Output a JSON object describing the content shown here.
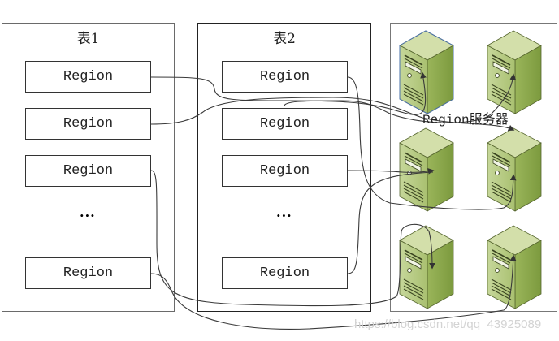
{
  "diagram": {
    "tables": [
      {
        "title": "表1",
        "regions": [
          "Region",
          "Region",
          "Region",
          "Region"
        ],
        "ellipsis": "..."
      },
      {
        "title": "表2",
        "regions": [
          "Region",
          "Region",
          "Region",
          "Region"
        ],
        "ellipsis": "..."
      }
    ],
    "server_group": {
      "label": "Region服务器",
      "server_count": 6,
      "icon": "server-tower-icon",
      "colors": {
        "front": "#b9cc86",
        "side": "#8ba64c",
        "top": "#cfdca4",
        "outline": "#4a5a2a"
      }
    },
    "connections": [
      {
        "from": "表1.region1",
        "to": "server-r1c1"
      },
      {
        "from": "表1.region2",
        "to": "server-r2c2-top"
      },
      {
        "from": "表1.region3",
        "to": "server-r3c1"
      },
      {
        "from": "表1.region4",
        "to": "server-r3c2"
      },
      {
        "from": "表2.region1",
        "to": "server-r2c2"
      },
      {
        "from": "表2.region2",
        "to": "server-r1c2"
      },
      {
        "from": "表2.region3",
        "to": "server-r2c1"
      },
      {
        "from": "表2.region4",
        "to": "server-r2c1"
      }
    ],
    "watermark": "https://blog.csdn.net/qq_43925089"
  }
}
